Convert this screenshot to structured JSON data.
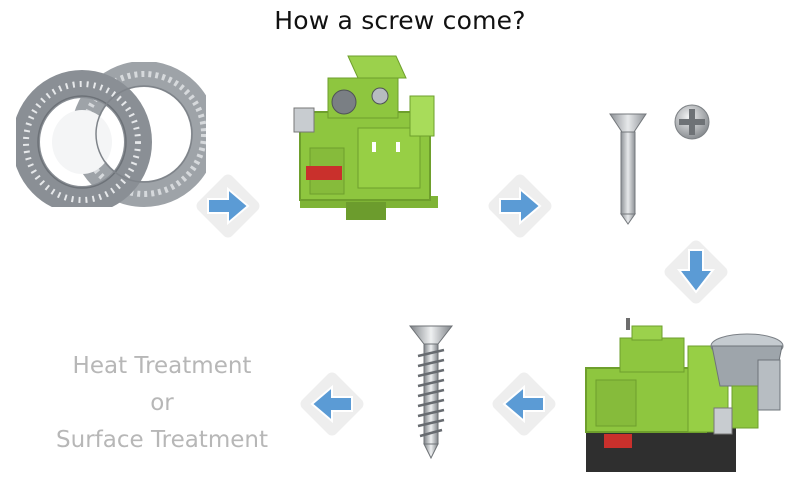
{
  "title": "How a screw come?",
  "final_step": {
    "line1": "Heat Treatment",
    "line2": "or",
    "line3": "Surface Treatment"
  },
  "colors": {
    "machine_green": "#8ec63f",
    "arrow_blue": "#5b9bd5",
    "arrow_tile": "#eeeeee",
    "note_gray": "#b7b7b7",
    "steel": "#a9adb1"
  },
  "flow": [
    "wire-coil-image",
    "heading-machine-image",
    "screw-blank-image",
    "thread-rolling-machine-image",
    "finished-screw-image",
    "treatment-step"
  ]
}
